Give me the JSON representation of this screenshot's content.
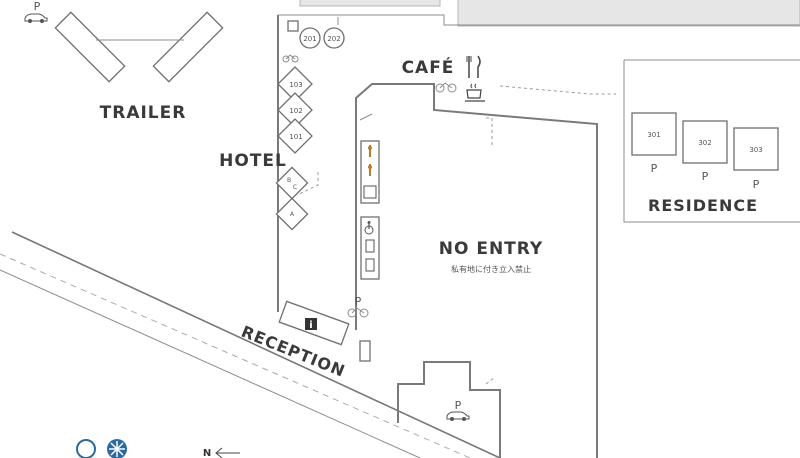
{
  "labels": {
    "trailer": "TRAILER",
    "hotel": "HOTEL",
    "cafe": "CAFÉ",
    "residence": "RESIDENCE",
    "no_entry": "NO ENTRY",
    "no_entry_sub": "私有地に付き立入禁止",
    "reception": "RECEPTION",
    "north": "N"
  },
  "hotel_rooms": {
    "r201": "201",
    "r202": "202",
    "r103": "103",
    "r102": "102",
    "r101": "101",
    "rB": "B",
    "rC": "C",
    "rA": "A"
  },
  "residence_units": {
    "u301": "301",
    "u302": "302",
    "u303": "303"
  },
  "parking": {
    "symbol": "P"
  },
  "info": {
    "symbol": "i"
  },
  "icons": [
    "car-icon",
    "bicycle-icon",
    "fork-knife-icon",
    "coffee-cup-icon",
    "toilet-icon",
    "accessible-icon",
    "shower-icon",
    "info-icon",
    "circle-legend-icon",
    "snowflake-legend-icon",
    "north-arrow-icon"
  ]
}
